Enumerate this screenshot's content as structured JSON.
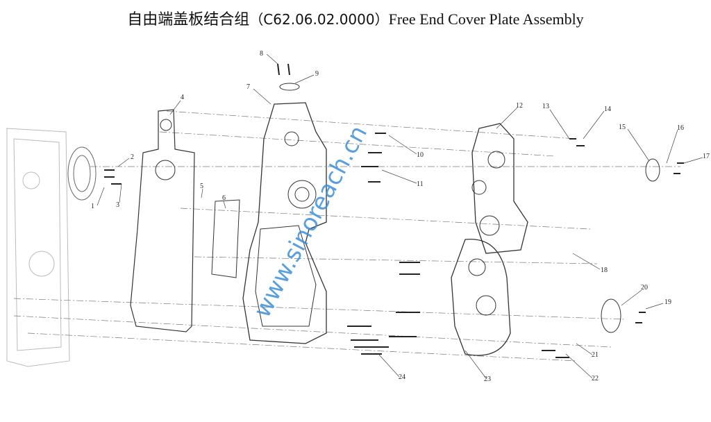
{
  "title": {
    "cn": "自由端盖板结合组",
    "code": "（C62.06.02.0000）",
    "en": "Free End Cover Plate Assembly"
  },
  "watermark": "www.sinoreach.cn",
  "callouts": [
    "1",
    "2",
    "3",
    "4",
    "5",
    "6",
    "7",
    "8",
    "9",
    "10",
    "11",
    "12",
    "13",
    "14",
    "15",
    "16",
    "17",
    "18",
    "19",
    "20",
    "21",
    "22",
    "23",
    "24"
  ],
  "colors": {
    "line": "#333333",
    "watermark": "#3a8fd9"
  }
}
